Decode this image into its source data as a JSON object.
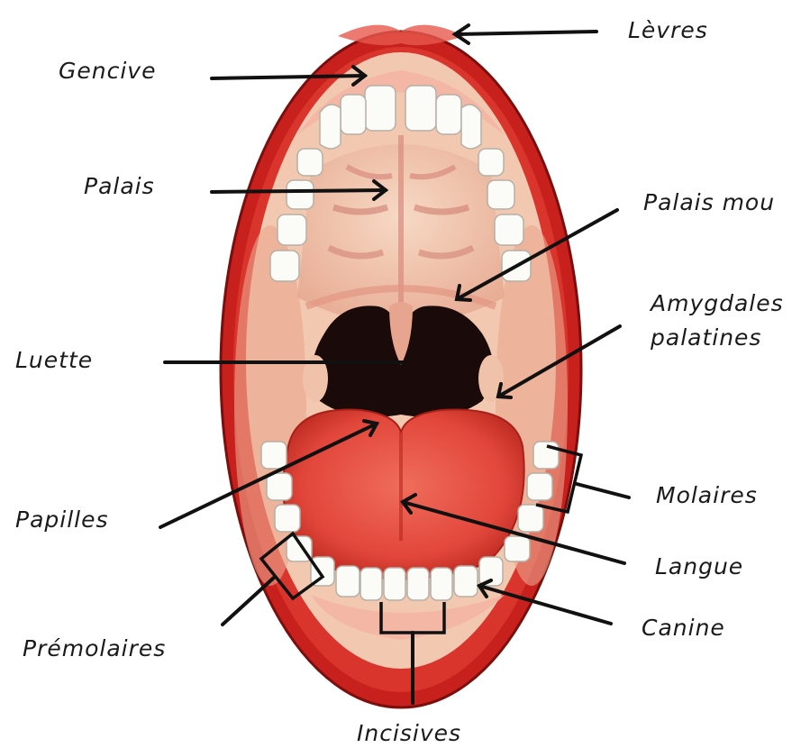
{
  "diagram": {
    "labels": {
      "levres": "Lèvres",
      "gencive": "Gencive",
      "palais": "Palais",
      "palais_mou": "Palais mou",
      "amygdales_1": "Amygdales",
      "amygdales_2": "palatines",
      "luette": "Luette",
      "papilles": "Papilles",
      "molaires": "Molaires",
      "langue": "Langue",
      "canine": "Canine",
      "premolaires": "Prémolaires",
      "incisives": "Incisives"
    },
    "colors": {
      "lip": "#c8201d",
      "lip_dark": "#8e1210",
      "palate": "#f2c9b0",
      "palate_ridge": "#d98a7e",
      "throat": "#1a0a0a",
      "tongue": "#e2463a",
      "tooth": "#fbfbf7",
      "gum": "#f4b6a5"
    }
  }
}
